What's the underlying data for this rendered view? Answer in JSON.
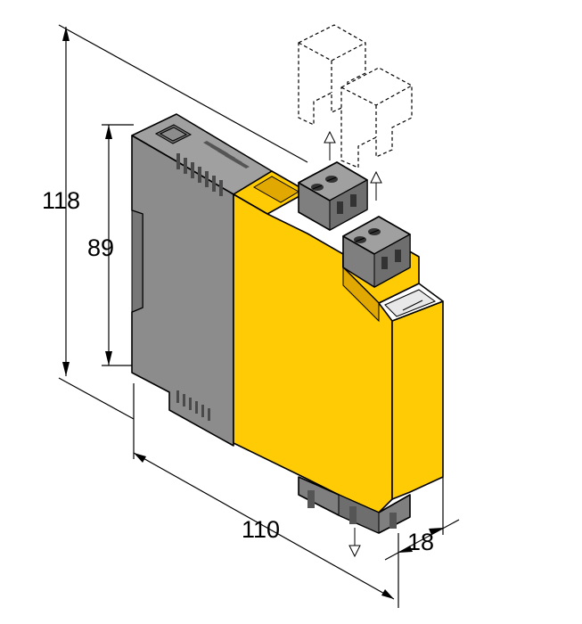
{
  "colors": {
    "housing_yellow": "#FFCB05",
    "housing_yellow_dark": "#E0A800",
    "housing_gray": "#8C8C8C",
    "housing_gray_dark": "#6E6E6E",
    "terminal_gray": "#7F7F7F",
    "line": "#000000"
  },
  "dimensions": {
    "overall_height": "118",
    "body_height": "89",
    "depth": "110",
    "width": "18"
  }
}
